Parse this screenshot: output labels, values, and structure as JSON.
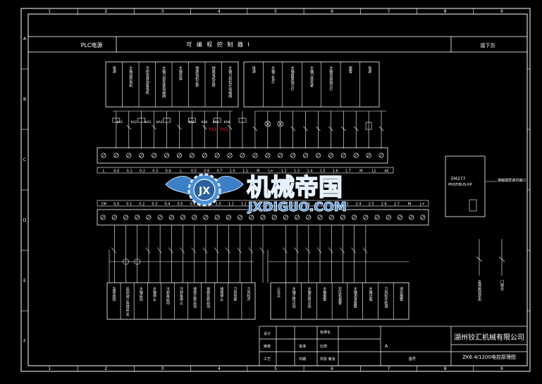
{
  "border": {
    "columns": [
      "1",
      "2",
      "3",
      "4",
      "5",
      "6",
      "7",
      "8",
      "9"
    ],
    "rows": [
      "A",
      "B",
      "C",
      "D",
      "E",
      "F"
    ]
  },
  "header": {
    "left": "PLC电源",
    "middle": "可 编 程 控 制 器 I",
    "right": "接下页"
  },
  "top_io": {
    "left_labels": [
      "电源",
      "主轴运转电机",
      "冷却润滑油泵电机",
      "主轴刀具夹紧电磁阀",
      "主轴风扇",
      "排屑电机正转",
      "排屑电机反转",
      "主轴刀具松开电磁阀"
    ],
    "right_labels": [
      "电源",
      "主轴三色灯",
      "主轴报警指示灯",
      "主轴刀具夹紧",
      "主轴风扇指示灯",
      "报警",
      "电源"
    ],
    "contact_labels": [
      "KA1",
      "KA2",
      "KA3",
      "KA4",
      "KA5",
      "KA6",
      "KA7",
      "KA8"
    ],
    "red_marks": [
      "YV1",
      "YV2"
    ]
  },
  "plc": {
    "out_addresses": [
      "L",
      "0.0",
      "0.1",
      "0.2",
      "0.3",
      "0.4",
      "L",
      "0.5",
      "0.6",
      "0.7",
      "1.0",
      "1.1",
      "M",
      "L+",
      "1.2",
      "1.3",
      "1.4",
      "1.5",
      "1.6",
      "1.7",
      "M",
      "L1",
      "AC"
    ],
    "in_addresses": [
      "1M",
      "0.0",
      "0.1",
      "0.2",
      "0.3",
      "0.4",
      "0.5",
      "0.6",
      "0.7",
      "1.0",
      "1.1",
      "1.2",
      "1.3",
      "1.4",
      "1.5",
      "2M",
      "2.0",
      "2.1",
      "2.2",
      "2.3",
      "2.4",
      "2.5",
      "2.6",
      "2.7",
      "M",
      "L+"
    ],
    "module": "EM277",
    "module_sub": "PROFIBUS-DP",
    "comm_label": "接触摸屏通讯接口"
  },
  "bottom_io": {
    "left_labels": [
      "急停按钮",
      "启动/停止选择开关",
      "主轴启动",
      "主轴停止",
      "冷却泵启动",
      "冷却泵停止",
      "排屑正转启动",
      "排屑反转启动",
      "排屑停止",
      "刀具夹紧",
      "刀具松开"
    ],
    "right_labels": [
      "公共点",
      "主轴正转点动",
      "主轴反转点动",
      "主轴报警",
      "空压机报警",
      "主轴润滑报警",
      "主轴过载",
      "刀具松开检测",
      "液位报警"
    ],
    "right_extra": [
      "急停按钮状态",
      "门限位"
    ]
  },
  "title_block": {
    "company": "湖州铰汇机械有限公司",
    "drawing": "ZK6.4/1200电控原理图",
    "rows": [
      {
        "k": "设计",
        "v": ""
      },
      {
        "k": "审核",
        "v": "批准"
      },
      {
        "k": "工艺",
        "v": "日期"
      }
    ],
    "fields": [
      "标准化",
      "比例",
      "共张 第张"
    ],
    "drawing_no": "图号",
    "revision": "A"
  },
  "watermark": {
    "logo": "JX",
    "cn": "机械帝国",
    "en": "JXDIGUO.COM"
  }
}
